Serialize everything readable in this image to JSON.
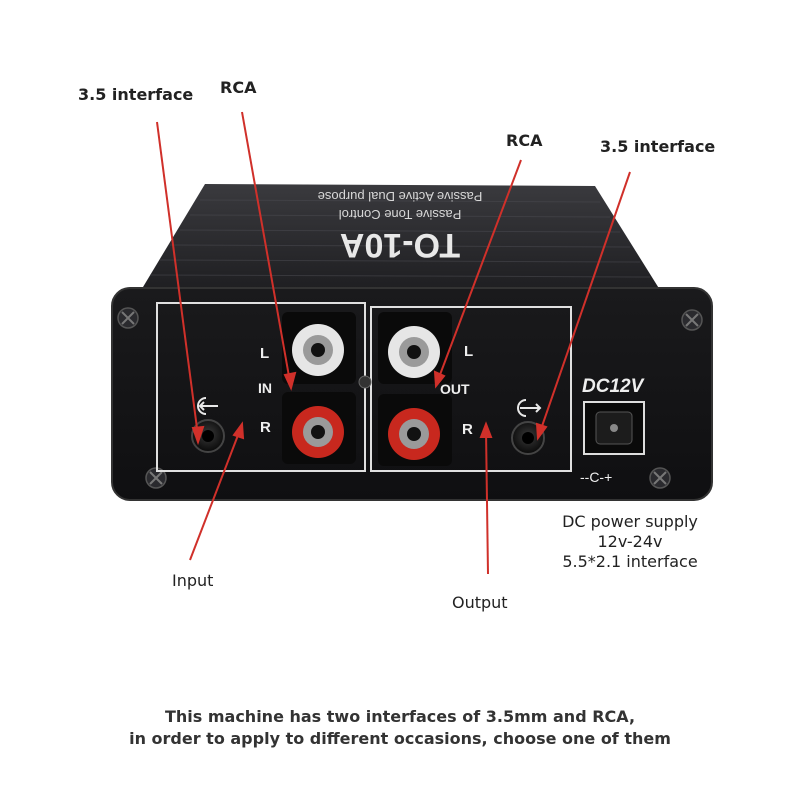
{
  "device": {
    "model": "TO-10A",
    "subtitle_line1": "Passive Tone Control",
    "subtitle_line2": "Passive Active Dual purpose",
    "panel": {
      "left": {
        "L": "L",
        "IN": "IN",
        "R": "R"
      },
      "right": {
        "L": "L",
        "OUT": "OUT",
        "R": "R"
      },
      "dc_label": "DC12V",
      "polarity": "--C-+"
    }
  },
  "callouts": {
    "interface_left": "3.5 interface",
    "rca_left": "RCA",
    "rca_right": "RCA",
    "interface_right": "3.5 interface",
    "input": "Input",
    "output": "Output",
    "dc_line1": "DC power supply",
    "dc_line2": "12v-24v",
    "dc_line3": "5.5*2.1 interface"
  },
  "caption": {
    "line1": "This machine has two interfaces of 3.5mm and RCA,",
    "line2": "in order to apply to different occasions, choose one of them"
  },
  "colors": {
    "arrow": "#d0302a",
    "body": "#1b1b1d",
    "panel": "#141416",
    "frame": "#e8e8e8",
    "rca_red": "#c8281e"
  }
}
